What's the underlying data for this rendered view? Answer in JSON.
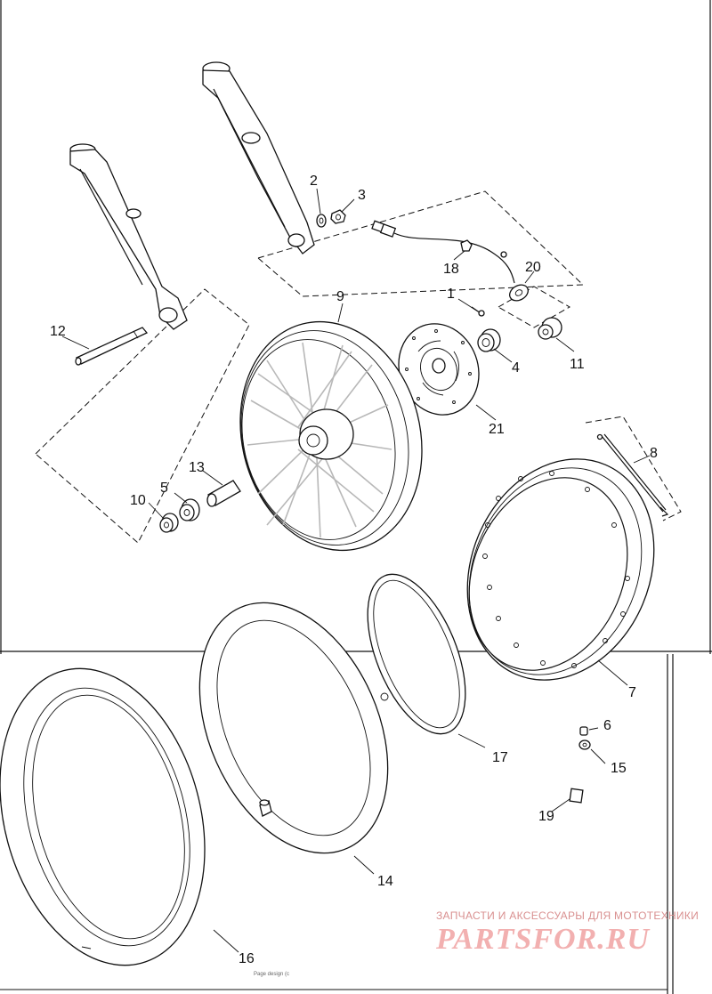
{
  "callouts": [
    {
      "id": "c1",
      "label": "1"
    },
    {
      "id": "c2",
      "label": "2"
    },
    {
      "id": "c3",
      "label": "3"
    },
    {
      "id": "c4",
      "label": "4"
    },
    {
      "id": "c5",
      "label": "5"
    },
    {
      "id": "c6",
      "label": "6"
    },
    {
      "id": "c7",
      "label": "7"
    },
    {
      "id": "c8",
      "label": "8"
    },
    {
      "id": "c9",
      "label": "9"
    },
    {
      "id": "c10",
      "label": "10"
    },
    {
      "id": "c11",
      "label": "11"
    },
    {
      "id": "c12",
      "label": "12"
    },
    {
      "id": "c13",
      "label": "13"
    },
    {
      "id": "c14",
      "label": "14"
    },
    {
      "id": "c15",
      "label": "15"
    },
    {
      "id": "c16",
      "label": "16"
    },
    {
      "id": "c17",
      "label": "17"
    },
    {
      "id": "c18",
      "label": "18"
    },
    {
      "id": "c19",
      "label": "19"
    },
    {
      "id": "c20",
      "label": "20"
    },
    {
      "id": "c21",
      "label": "21"
    }
  ],
  "watermark": {
    "tagline": "ЗАПЧАСТИ И АКСЕССУАРЫ ДЛЯ МОТОТЕХНИКИ",
    "logo": "PARTSFOR.RU",
    "logo_color": "#f2b0b0"
  },
  "footer": {
    "text": "Page design (c"
  }
}
